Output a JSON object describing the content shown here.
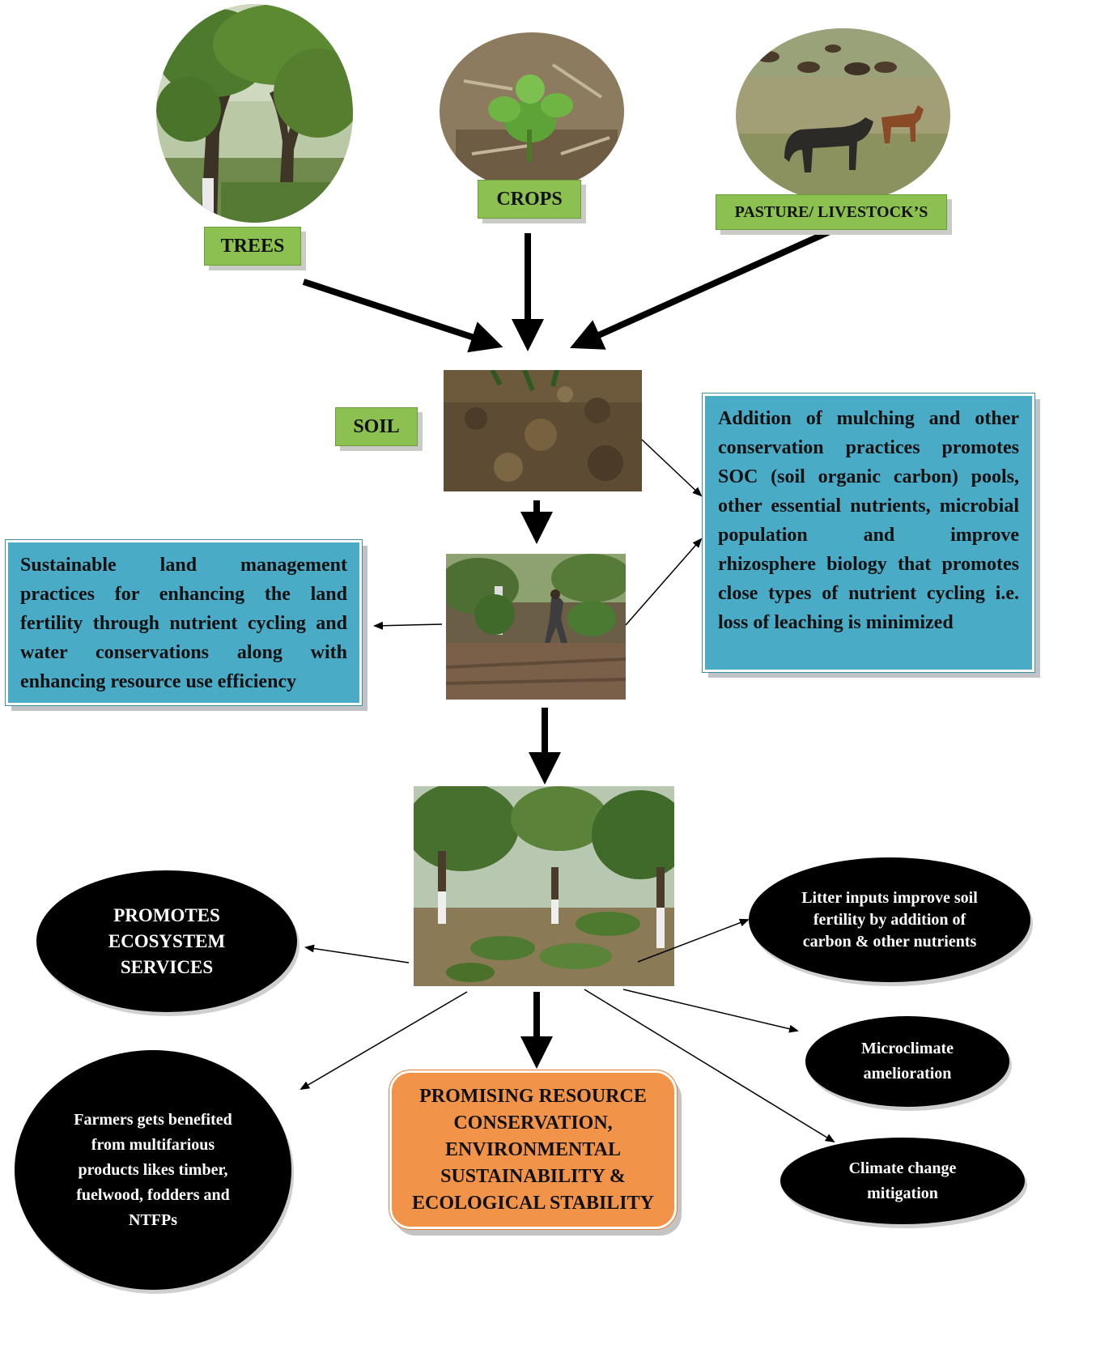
{
  "inputs": {
    "trees_label": "TREES",
    "crops_label": "CROPS",
    "pasture_label": "PASTURE/ LIVESTOCK’S"
  },
  "soil": {
    "label": "SOIL"
  },
  "boxes": {
    "right_text": "Addition of mulching and other conservation practices promotes SOC (soil organic carbon) pools, other essential nutrients, microbial population and improve rhizosphere biology that promotes close types of nutrient cycling i.e. loss of leaching is minimized",
    "left_text": "Sustainable land management practices for enhancing the land fertility through nutrient cycling and water conservations along with enhancing resource use efficiency"
  },
  "outcomes": {
    "ecosystem": "PROMOTES ECOSYSTEM SERVICES",
    "litter": "Litter inputs improve soil fertility by addition of carbon & other nutrients",
    "microclimate": "Microclimate amelioration",
    "climate": "Climate change mitigation",
    "farmers": "Farmers gets benefited from multifarious products likes timber, fuelwood, fodders and NTFPs",
    "central": "PROMISING RESOURCE CONSERVATION, ENVIRONMENTAL SUSTAINABILITY & ECOLOGICAL STABILITY"
  },
  "colors": {
    "green_label": "#8cc152",
    "blue_box": "#4aabc6",
    "orange_box": "#f2934a",
    "ellipse": "#000000"
  }
}
